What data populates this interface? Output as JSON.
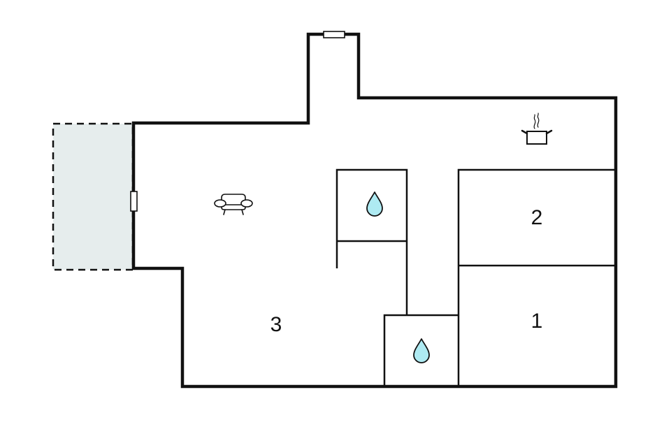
{
  "floorplan": {
    "title": "",
    "colors": {
      "wall": "#111111",
      "terrace_fill": "#e6eded",
      "water_drop_fill": "#aeeaf2",
      "background": "#ffffff"
    },
    "rooms": [
      {
        "id": "living",
        "label": "",
        "icon": "sofa-icon"
      },
      {
        "id": "kitchen",
        "label": "",
        "icon": "cooking-pot-icon"
      },
      {
        "id": "bathroom-1",
        "label": "",
        "icon": "water-drop-icon"
      },
      {
        "id": "bathroom-2",
        "label": "",
        "icon": "water-drop-icon"
      },
      {
        "id": "bedroom-1",
        "label": "1"
      },
      {
        "id": "bedroom-2",
        "label": "2"
      },
      {
        "id": "bedroom-3",
        "label": "3"
      },
      {
        "id": "terrace",
        "label": "",
        "style": "dashed-outline"
      }
    ],
    "windows": [
      {
        "id": "window-top"
      },
      {
        "id": "window-left"
      }
    ]
  }
}
